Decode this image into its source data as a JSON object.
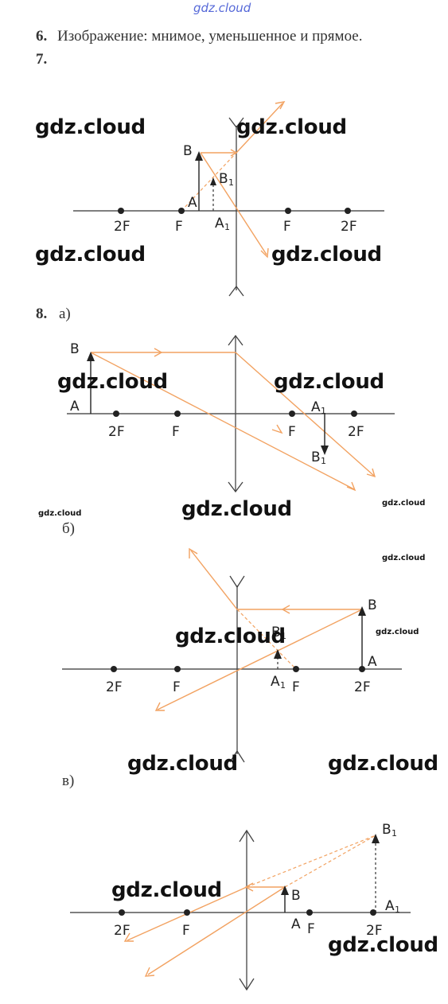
{
  "watermark_top": "gdz.cloud",
  "watermark": "gdz.cloud",
  "items": {
    "item6_num": "6.",
    "item6_text": "Изображение: мнимое, уменьшенное и прямое.",
    "item7_num": "7.",
    "item8_num": "8.",
    "sub_a": "а)",
    "sub_b": "б)",
    "sub_v": "в)"
  },
  "labels": {
    "F": "F",
    "twoF": "2F",
    "A": "A",
    "B": "B",
    "A1": "A",
    "B1": "B",
    "sub1": "1"
  },
  "colors": {
    "ray": "#f2a261",
    "watermark_top": "#5568d8"
  }
}
